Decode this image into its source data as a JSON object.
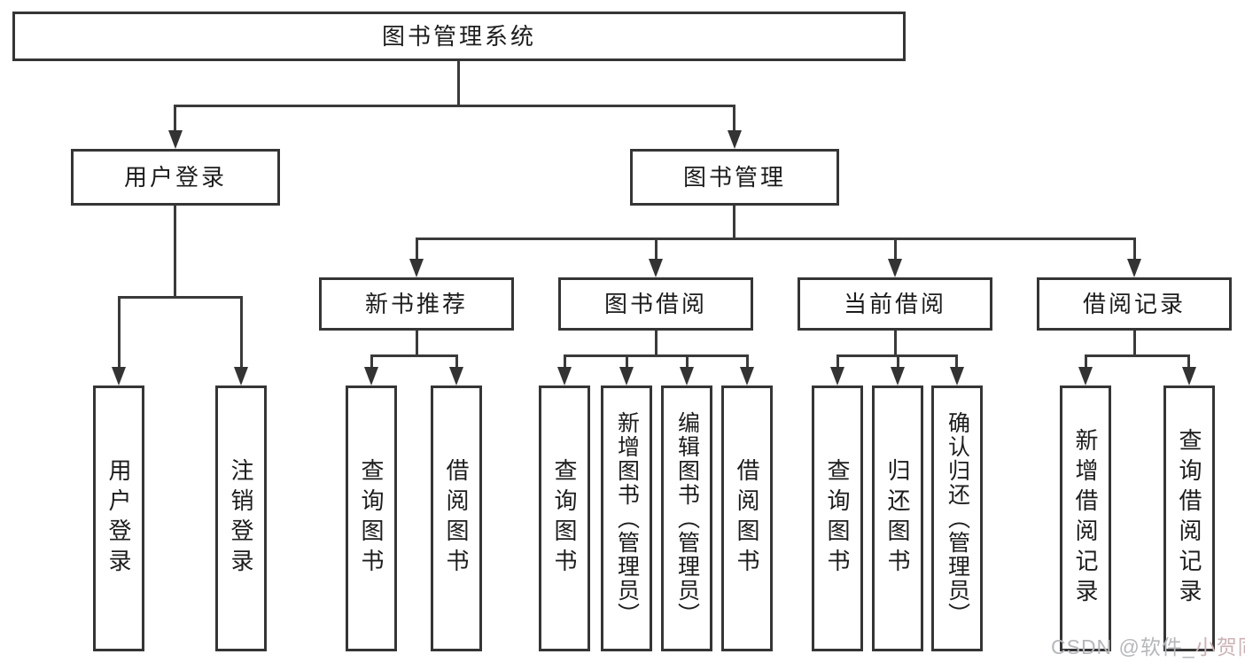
{
  "root": {
    "label": "图书管理系统"
  },
  "branches": [
    {
      "label": "用户登录",
      "children": [
        {
          "label": "用户登录"
        },
        {
          "label": "注销登录"
        }
      ]
    },
    {
      "label": "图书管理",
      "children": [
        {
          "label": "新书推荐",
          "children": [
            {
              "label": "查询图书"
            },
            {
              "label": "借阅图书"
            }
          ]
        },
        {
          "label": "图书借阅",
          "children": [
            {
              "label": "查询图书"
            },
            {
              "label": "新增图书（管理员）"
            },
            {
              "label": "编辑图书（管理员）"
            },
            {
              "label": "借阅图书"
            }
          ]
        },
        {
          "label": "当前借阅",
          "children": [
            {
              "label": "查询图书"
            },
            {
              "label": "归还图书"
            },
            {
              "label": "确认归还（管理员）"
            }
          ]
        },
        {
          "label": "借阅记录",
          "children": [
            {
              "label": "新增借阅记录"
            },
            {
              "label": "查询借阅记录"
            }
          ]
        }
      ]
    }
  ],
  "watermark": {
    "prefix": "CSDN @软件_",
    "suffix": "小贺同学"
  },
  "colors": {
    "background": "#ffffff",
    "line": "#3a3a3a",
    "box_border": "#353535",
    "text": "#1c1c1c",
    "watermark": "#b5b7ba",
    "watermark_accent": "#ccb2b4"
  }
}
